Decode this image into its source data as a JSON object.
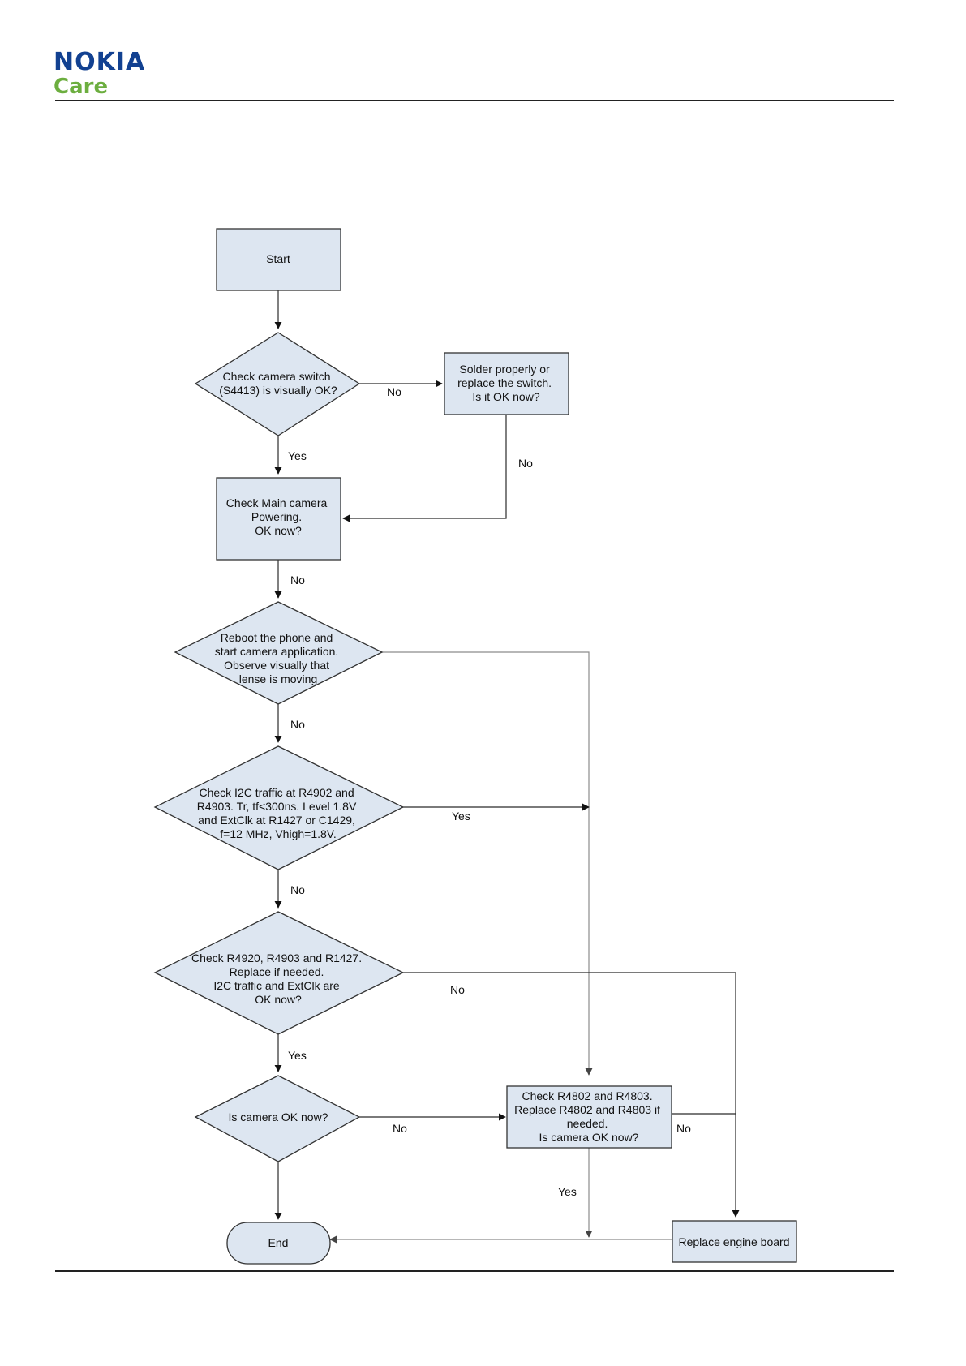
{
  "header": {
    "brand": "NOKIA",
    "sub_brand": "Care",
    "brand_color": "#124191",
    "sub_brand_color": "#6cae3f"
  },
  "diagram": {
    "fill_color": "#dde6f1",
    "nodes": {
      "start": {
        "lines": [
          "Start"
        ]
      },
      "check_switch": {
        "lines": [
          "Check camera switch",
          "(S4413) is visually OK?"
        ]
      },
      "solder_switch": {
        "lines": [
          "Solder properly or",
          "replace the switch.",
          "Is it OK now?"
        ]
      },
      "check_powering": {
        "lines": [
          "Check Main camera",
          "Powering.",
          "OK now?"
        ]
      },
      "reboot": {
        "lines": [
          "Reboot the phone and",
          "start camera application.",
          "Observe visually that",
          "lense is moving"
        ]
      },
      "check_i2c": {
        "lines": [
          "Check I2C traffic at R4902 and",
          "R4903.  Tr, tf<300ns.  Level 1.8V",
          "and ExtClk at R1427 or C1429,",
          "f=12 MHz, Vhigh=1.8V."
        ]
      },
      "check_r4920": {
        "lines": [
          "Check R4920, R4903 and R1427.",
          "Replace if needed.",
          "I2C traffic and ExtClk are",
          "OK now?"
        ]
      },
      "camera_ok": {
        "lines": [
          "Is camera OK now?"
        ]
      },
      "check_r4802": {
        "lines": [
          "Check R4802 and R4803.",
          "Replace R4802 and R4803 if",
          "needed.",
          "Is camera OK now?"
        ]
      },
      "end": {
        "lines": [
          "End"
        ]
      },
      "replace_board": {
        "lines": [
          "Replace engine board"
        ]
      }
    },
    "edge_labels": {
      "switch_no": "No",
      "solder_no": "No",
      "switch_yes": "Yes",
      "powering_no": "No",
      "reboot_no": "No",
      "i2c_yes": "Yes",
      "i2c_no": "No",
      "r4920_no": "No",
      "r4920_yes": "Yes",
      "camera_no": "No",
      "r4802_no": "No",
      "r4802_yes": "Yes"
    }
  }
}
